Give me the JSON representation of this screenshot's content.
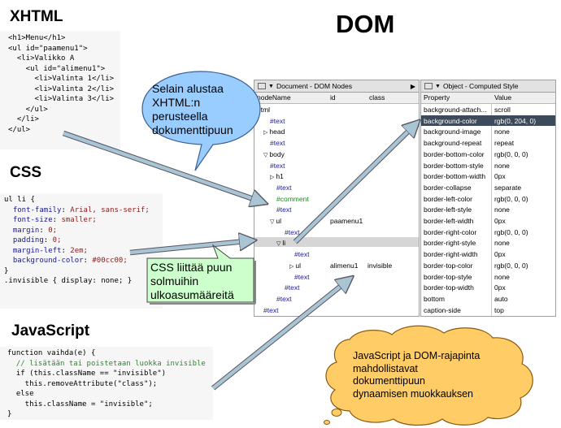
{
  "headings": {
    "xhtml": "XHTML",
    "css": "CSS",
    "javascript": "JavaScript",
    "dom": "DOM"
  },
  "code": {
    "xhtml": [
      "<h1>Menu</h1>",
      "",
      "<ul id=\"paamenu1\">",
      "  <li>Valikko A",
      "    <ul id=\"alimenu1\">",
      "      <li>Valinta 1</li>",
      "      <li>Valinta 2</li>",
      "      <li>Valinta 3</li>",
      "    </ul>",
      "  </li>",
      "</ul>"
    ],
    "css": [
      "ul li {",
      "  font-family: Arial, sans-serif;",
      "  font-size: smaller;",
      "  margin: 0;",
      "  padding: 0;",
      "  margin-left: 2em;",
      "  background-color: #00cc00;",
      "",
      "}",
      "",
      ".invisible { display: none; }"
    ],
    "javascript": [
      "function vaihda(e) {",
      "  // lisätään tai poistetaan luokka invisible",
      "  if (this.className == \"invisible\")",
      "    this.removeAttribute(\"class\");",
      "  else",
      "    this.className = \"invisible\";",
      "}"
    ]
  },
  "dom_panel": {
    "title": "Document - DOM Nodes",
    "columns": [
      "nodeName",
      "id",
      "class"
    ],
    "nodes": [
      {
        "name": "html",
        "kind": "elem",
        "id": "",
        "class": ""
      },
      {
        "name": "#text",
        "kind": "text",
        "id": "",
        "class": ""
      },
      {
        "name": "head",
        "kind": "elem",
        "id": "",
        "class": ""
      },
      {
        "name": "#text",
        "kind": "text",
        "id": "",
        "class": ""
      },
      {
        "name": "body",
        "kind": "elem",
        "id": "",
        "class": ""
      },
      {
        "name": "#text",
        "kind": "text",
        "id": "",
        "class": ""
      },
      {
        "name": "h1",
        "kind": "elem",
        "id": "",
        "class": ""
      },
      {
        "name": "#text",
        "kind": "text",
        "id": "",
        "class": ""
      },
      {
        "name": "#comment",
        "kind": "comment",
        "id": "",
        "class": ""
      },
      {
        "name": "#text",
        "kind": "text",
        "id": "",
        "class": ""
      },
      {
        "name": "ul",
        "kind": "elem",
        "id": "paamenu1",
        "class": ""
      },
      {
        "name": "#text",
        "kind": "text",
        "id": "",
        "class": ""
      },
      {
        "name": "li",
        "kind": "elem",
        "id": "",
        "class": ""
      },
      {
        "name": "#text",
        "kind": "text",
        "id": "",
        "class": ""
      },
      {
        "name": "ul",
        "kind": "elem",
        "id": "alimenu1",
        "class": "invisible"
      },
      {
        "name": "#text",
        "kind": "text",
        "id": "",
        "class": ""
      },
      {
        "name": "#text",
        "kind": "text",
        "id": "",
        "class": ""
      },
      {
        "name": "#text",
        "kind": "text",
        "id": "",
        "class": ""
      },
      {
        "name": "#text",
        "kind": "text",
        "id": "",
        "class": ""
      }
    ]
  },
  "prop_panel": {
    "title": "Object - Computed Style",
    "columns": [
      "Property",
      "Value"
    ],
    "rows": [
      {
        "property": "background-attach...",
        "value": "scroll"
      },
      {
        "property": "background-color",
        "value": "rgb(0, 204, 0)"
      },
      {
        "property": "background-image",
        "value": "none"
      },
      {
        "property": "background-repeat",
        "value": "repeat"
      },
      {
        "property": "border-bottom-color",
        "value": "rgb(0, 0, 0)"
      },
      {
        "property": "border-bottom-style",
        "value": "none"
      },
      {
        "property": "border-bottom-width",
        "value": "0px"
      },
      {
        "property": "border-collapse",
        "value": "separate"
      },
      {
        "property": "border-left-color",
        "value": "rgb(0, 0, 0)"
      },
      {
        "property": "border-left-style",
        "value": "none"
      },
      {
        "property": "border-left-width",
        "value": "0px"
      },
      {
        "property": "border-right-color",
        "value": "rgb(0, 0, 0)"
      },
      {
        "property": "border-right-style",
        "value": "none"
      },
      {
        "property": "border-right-width",
        "value": "0px"
      },
      {
        "property": "border-top-color",
        "value": "rgb(0, 0, 0)"
      },
      {
        "property": "border-top-style",
        "value": "none"
      },
      {
        "property": "border-top-width",
        "value": "0px"
      },
      {
        "property": "bottom",
        "value": "auto"
      },
      {
        "property": "caption-side",
        "value": "top"
      }
    ]
  },
  "callouts": {
    "selain": [
      "Selain alustaa",
      "XHTML:n",
      "perusteella",
      "dokumenttipuun"
    ],
    "css": [
      "CSS liittää puun",
      "solmuihin",
      "ulkoasumääreitä"
    ],
    "javascript": [
      "JavaScript ja DOM-rajapinta",
      "mahdollistavat",
      "dokumenttipuun",
      "dynaamisen muokkauksen"
    ]
  },
  "colors": {
    "speech_bubble": "#99ccff",
    "css_note": "#ccffcc",
    "js_cloud": "#ffcc66",
    "arrow": "#a9c4d2",
    "text_node": "#1a1aa6",
    "comment_node": "#1a8a1a",
    "selected_property": "#3c4a5a"
  }
}
